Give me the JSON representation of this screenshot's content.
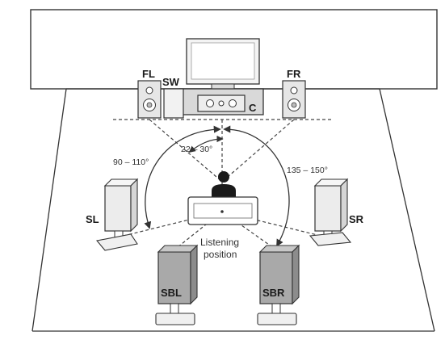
{
  "speakers": {
    "front_left": "FL",
    "subwoofer": "SW",
    "front_right": "FR",
    "center": "C",
    "surround_left": "SL",
    "surround_right": "SR",
    "surround_back_left": "SBL",
    "surround_back_right": "SBR"
  },
  "angles": {
    "front": "22 – 30°",
    "surround": "90 – 110°",
    "surround_back": "135 – 150°"
  },
  "listening_position": {
    "line1": "Listening",
    "line2": "position"
  },
  "colors": {
    "line": "#333333",
    "speaker_light": "#e8e8e8",
    "speaker_dark": "#a9a9a9"
  }
}
